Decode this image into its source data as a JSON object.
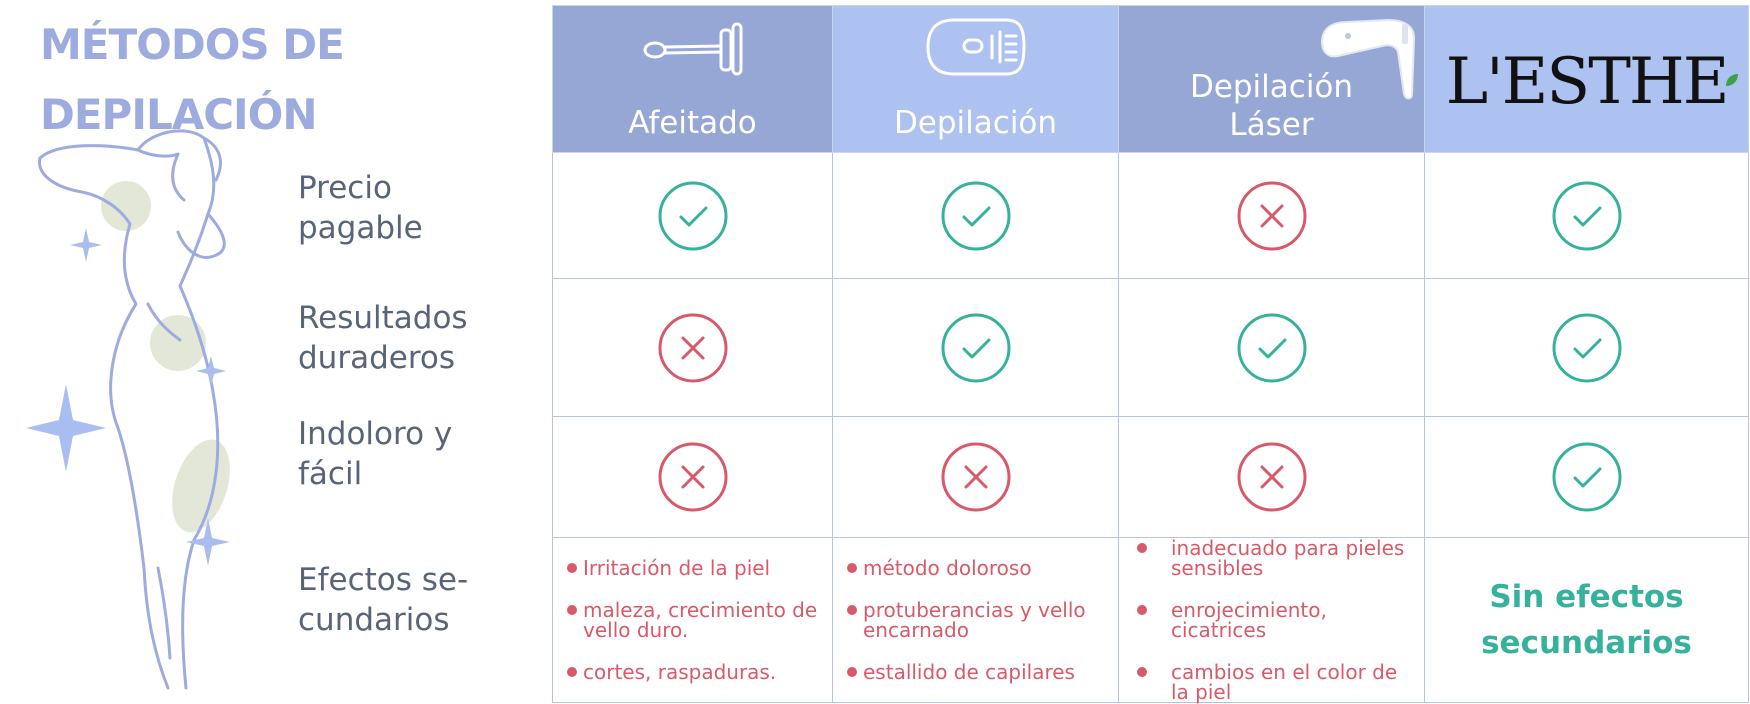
{
  "title": {
    "line1": "MÉTODOS DE",
    "line2": "DEPILACIÓN"
  },
  "colors": {
    "title": "#9dabde",
    "header_dark": "#96a7d6",
    "header_light": "#adc2f0",
    "check": "#36b19c",
    "cross": "#d85a6a",
    "grid_line": "#b7c1e3",
    "label_text": "#5a6478"
  },
  "rows": [
    {
      "line1": "Precio",
      "line2": "pagable"
    },
    {
      "line1": "Resultados",
      "line2": "duraderos"
    },
    {
      "line1": "Indoloro y",
      "line2": "fácil"
    },
    {
      "line1": "Efectos se-",
      "line2": "cundarios"
    }
  ],
  "columns": [
    {
      "label": "Afeitado",
      "icon": "razor-icon",
      "marks": [
        "check",
        "cross",
        "cross"
      ],
      "effects": [
        "Irritación de la piel",
        "maleza, crecimiento de vello duro.",
        "cortes, raspaduras."
      ]
    },
    {
      "label": "Depilación",
      "icon": "epilator-icon",
      "marks": [
        "check",
        "check",
        "cross"
      ],
      "effects": [
        "método doloroso",
        "protuberancias y vello encarnado",
        "estallido de capilares"
      ]
    },
    {
      "label_line1": "Depilación",
      "label_line2": "Láser",
      "icon": "laser-device-icon",
      "marks": [
        "cross",
        "check",
        "cross"
      ],
      "effects": [
        "inadecuado para pieles sensibles",
        "enrojecimiento, cicatrices",
        "cambios en el color de la piel"
      ]
    },
    {
      "brand": "L'ESTHE",
      "icon": "leaf-icon",
      "marks": [
        "check",
        "check",
        "check"
      ],
      "no_effects_line1": "Sin efectos",
      "no_effects_line2": "secundarios"
    }
  ]
}
